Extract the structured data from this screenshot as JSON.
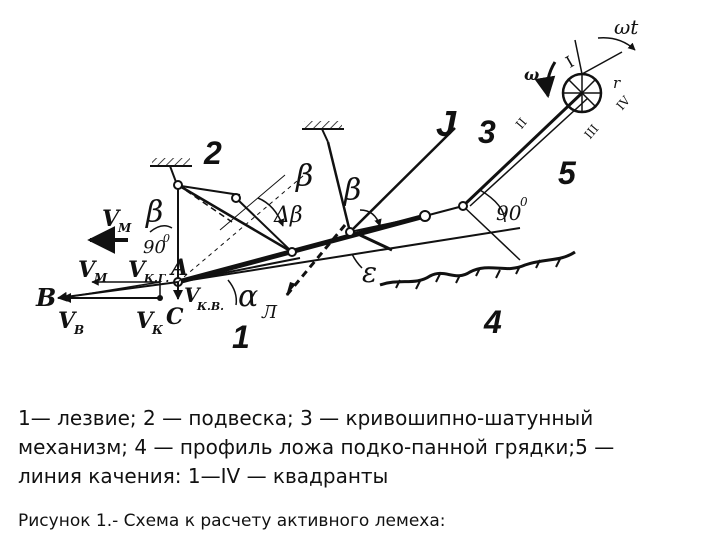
{
  "labels": {
    "omega_t": "ωt",
    "omega": "ω",
    "r": "r",
    "roman_1": "I",
    "roman_2": "II",
    "roman_3": "III",
    "roman_4": "IV",
    "n1": "1",
    "n2": "2",
    "n3": "3",
    "n4": "4",
    "n5": "5",
    "J": "J",
    "beta": "β",
    "delta_beta": "Δβ",
    "epsilon": "ε",
    "alpha": "α",
    "alpha_sub": "Л",
    "angle_90": "90",
    "degree": "0",
    "A": "A",
    "B": "B",
    "C": "C",
    "VM": "V",
    "VM_sub": "M",
    "VKG": "V",
    "VKG_sub": "К.Г.",
    "VKV": "V",
    "VKV_sub": "К.В.",
    "VB": "V",
    "VB_sub": "В",
    "VK": "V",
    "VK_sub": "К"
  },
  "legend": [
    "1— лезвие; 2 — подвеска; 3 — кривошипно-шатунный",
    "механизм; 4 — профиль ложа подко-панной грядки;5 —",
    "линия качения: 1—IV — квадранты"
  ],
  "figure_title": "Рисунок 1.- Схема к расчету активного   лемеха:"
}
